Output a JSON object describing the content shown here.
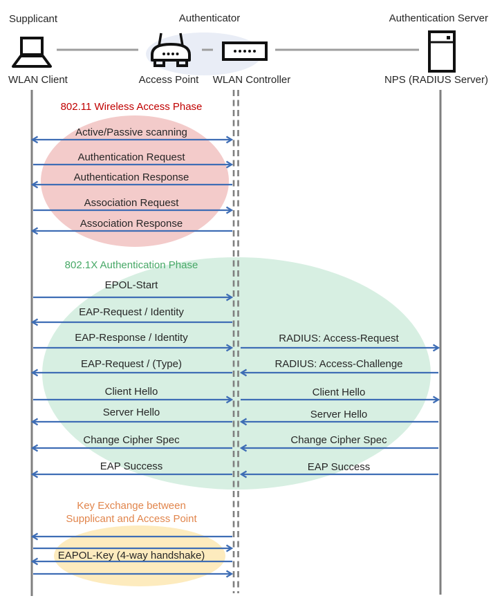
{
  "actors": {
    "supplicant": {
      "role": "Supplicant",
      "device": "WLAN Client"
    },
    "authenticator": {
      "role": "Authenticator",
      "devices": [
        "Access Point",
        "WLAN Controller"
      ]
    },
    "auth_server": {
      "role": "Authentication Server",
      "device": "NPS (RADIUS Server)"
    }
  },
  "phases": [
    {
      "title": "802.11 Wireless Access Phase",
      "text_color": "#c00000",
      "fill": "#f3cbca"
    },
    {
      "title": "802.1X Authentication Phase",
      "text_color": "#47a866",
      "fill": "#d7efe2"
    },
    {
      "title_line1": "Key Exchange between",
      "title_line2": "Supplicant and Access Point",
      "text_color": "#e1854c",
      "fill": "#fdebbe"
    }
  ],
  "messages": [
    {
      "label": "Active/Passive scanning",
      "from": "WLAN Client",
      "to": "WLAN Controller",
      "direction": "both"
    },
    {
      "label": "Authentication Request",
      "from": "WLAN Client",
      "to": "WLAN Controller",
      "direction": "right"
    },
    {
      "label": "Authentication Response",
      "from": "WLAN Controller",
      "to": "WLAN Client",
      "direction": "left"
    },
    {
      "label": "Association Request",
      "from": "WLAN Client",
      "to": "WLAN Controller",
      "direction": "right"
    },
    {
      "label": "Association Response",
      "from": "WLAN Controller",
      "to": "WLAN Client",
      "direction": "left"
    },
    {
      "label": "EPOL-Start",
      "from": "WLAN Client",
      "to": "WLAN Controller",
      "direction": "right"
    },
    {
      "label": "EAP-Request / Identity",
      "from": "WLAN Controller",
      "to": "WLAN Client",
      "direction": "left"
    },
    {
      "label": "EAP-Response / Identity",
      "from": "WLAN Client",
      "to": "WLAN Controller",
      "direction": "right"
    },
    {
      "label": "EAP-Request / (Type)",
      "from": "WLAN Controller",
      "to": "WLAN Client",
      "direction": "left"
    },
    {
      "label": "Client Hello",
      "from": "WLAN Client",
      "to": "WLAN Controller",
      "direction": "right"
    },
    {
      "label": "Server Hello",
      "from": "WLAN Controller",
      "to": "WLAN Client",
      "direction": "left"
    },
    {
      "label": "Change Cipher Spec",
      "from": "WLAN Controller",
      "to": "WLAN Client",
      "direction": "left"
    },
    {
      "label": "EAP Success",
      "from": "WLAN Controller",
      "to": "WLAN Client",
      "direction": "left"
    },
    {
      "label": "RADIUS: Access-Request",
      "from": "WLAN Controller",
      "to": "NPS (RADIUS Server)",
      "direction": "right"
    },
    {
      "label": "RADIUS: Access-Challenge",
      "from": "NPS (RADIUS Server)",
      "to": "WLAN Controller",
      "direction": "left"
    },
    {
      "label": "Client Hello",
      "from": "WLAN Controller",
      "to": "NPS (RADIUS Server)",
      "direction": "right"
    },
    {
      "label": "Server Hello",
      "from": "NPS (RADIUS Server)",
      "to": "WLAN Controller",
      "direction": "left"
    },
    {
      "label": "Change Cipher Spec",
      "from": "NPS (RADIUS Server)",
      "to": "WLAN Controller",
      "direction": "left"
    },
    {
      "label": "EAP Success",
      "from": "NPS (RADIUS Server)",
      "to": "WLAN Controller",
      "direction": "left"
    },
    {
      "label": "EAPOL-Key (4-way handshake)",
      "from": "WLAN Client",
      "to": "WLAN Controller",
      "direction": "both"
    }
  ],
  "colors": {
    "arrow": "#3e6db5",
    "lifeline": "#7f7f7f",
    "authenticator_highlight": "#e9edf6"
  }
}
